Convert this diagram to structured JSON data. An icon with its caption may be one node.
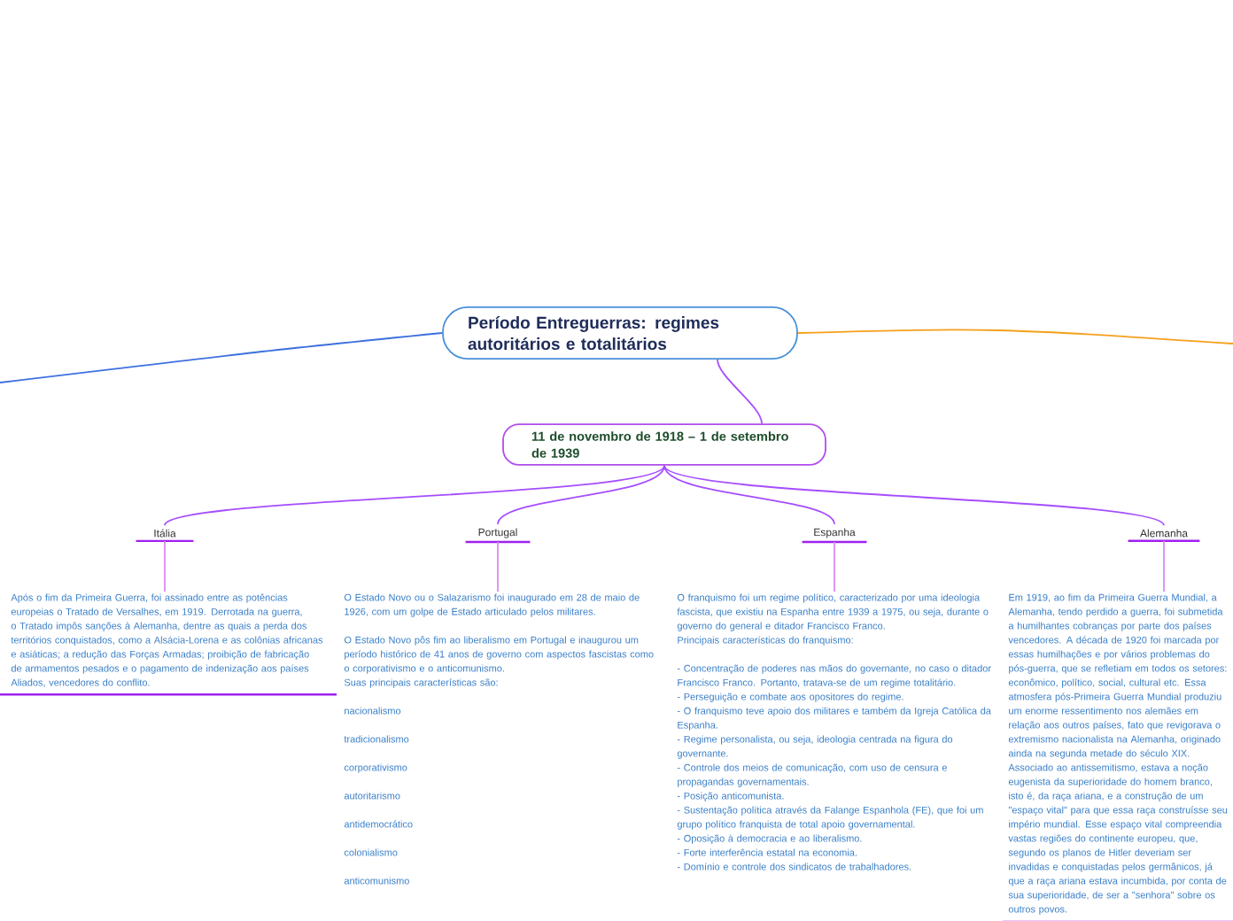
{
  "diagram": {
    "nodes": [
      {
        "text": [
          "Período Entreguerras: regimes autoritários e totalitários"
        ]
      },
      {
        "text": [
          "11 de novembro de 1918 – 1 de setembro de 1939"
        ]
      },
      {
        "text": [
          "Itália"
        ]
      },
      {
        "text": [
          "Portugal"
        ]
      },
      {
        "text": [
          "Espanha"
        ]
      },
      {
        "text": [
          "Alemanha"
        ]
      },
      {
        "text": [
          "Após o fim da Primeira Guerra, foi assinado entre as potências europeias o Tratado de Versalhes, em 1919. Derrotada na guerra, o Tratado impôs sanções à Alemanha, dentre as quais a perda dos territórios conquistados, como a Alsácia-Lorena e as colônias africanas e asiáticas; a redução das Forças Armadas; proibição de fabricação de armamentos pesados e o pagamento de indenização aos países Aliados, vencedores do conflito."
        ]
      },
      {
        "text": [
          "O Estado Novo ou o Salazarismo foi inaugurado em 28 de maio de 1926, com um golpe de Estado articulado pelos militares.",
          "O Estado Novo pôs fim ao liberalismo em Portugal e inaugurou um período histórico de 41 anos de governo com aspectos fascistas como o corporativismo e o anticomunismo.",
          "Suas principais características são:",
          "nacionalismo",
          "tradicionalismo",
          "corporativismo",
          "autoritarismo",
          "antidemocrático",
          "colonialismo",
          "anticomunismo"
        ]
      },
      {
        "text": [
          "O franquismo foi um regime político, caracterizado por uma ideologia fascista, que existiu na Espanha entre 1939 a 1975, ou seja, durante o governo do general e ditador Francisco Franco.",
          "Principais características do franquismo:",
          "- Concentração de poderes nas mãos do governante, no caso o ditador Francisco Franco. Portanto, tratava-se de um regime totalitário.",
          "- Perseguição e combate aos opositores do regime.",
          "- O franquismo teve apoio dos militares e também da Igreja Católica da Espanha.",
          "- Regime personalista, ou seja, ideologia centrada na figura do governante.",
          "- Controle dos meios de comunicação, com uso de censura e propagandas governamentais.",
          "- Posição anticomunista.",
          "- Sustentação política através da Falange Espanhola (FE), que foi um grupo político franquista de total apoio governamental.",
          "- Oposição à democracia e ao liberalismo.",
          "- Forte interferência estatal na economia.",
          "- Domínio e controle dos sindicatos de trabalhadores."
        ]
      },
      {
        "text": [
          "Em 1919, ao fim da Primeira Guerra Mundial, a Alemanha, tendo perdido a guerra, foi submetida a humilhantes cobranças por parte dos países vencedores. A década de 1920 foi marcada por essas humilhações e por vários problemas do pós-guerra, que se refletiam em todos os setores: econômico, político, social, cultural etc. Essa atmosfera pós-Primeira Guerra Mundial produziu um enorme ressentimento nos alemães em relação aos outros países, fato que revigorava o extremismo nacionalista na Alemanha, originado ainda na segunda metade do século XIX.",
          "Associado ao antissemitismo, estava a noção eugenista da superioridade do homem branco, isto é, da raça ariana, e a construção de um \"espaço vital\" para que essa raça construísse seu império mundial. Esse espaço vital compreendia vastas regiões do continente europeu, que, segundo os planos de Hitler deveriam ser invadidas e conquistadas pelos germânicos, já que a raça ariana estava incumbida, por conta de sua superioridade, de ser a \"senhora\" sobre os outros povos."
        ]
      }
    ],
    "edges": [
      {
        "from": 0,
        "to": 1,
        "arrow": "none"
      },
      {
        "from": 1,
        "to": 2,
        "arrow": "none"
      },
      {
        "from": 1,
        "to": 3,
        "arrow": "none"
      },
      {
        "from": 1,
        "to": 4,
        "arrow": "none"
      },
      {
        "from": 1,
        "to": 5,
        "arrow": "none"
      },
      {
        "from": 2,
        "to": 6,
        "arrow": "none",
        "color": "#d98cf0"
      },
      {
        "from": 3,
        "to": 7,
        "arrow": "none",
        "color": "#d98cf0"
      },
      {
        "from": 4,
        "to": 8,
        "arrow": "none",
        "color": "#d98cf0"
      },
      {
        "from": 5,
        "to": 9,
        "arrow": "none",
        "color": "#d98cf0"
      },
      {
        "from": 0,
        "to": null,
        "arrow": "none",
        "color": "#3d6fe0"
      },
      {
        "from": 0,
        "to": null,
        "arrow": "none",
        "color": "#f5a01a"
      }
    ]
  }
}
